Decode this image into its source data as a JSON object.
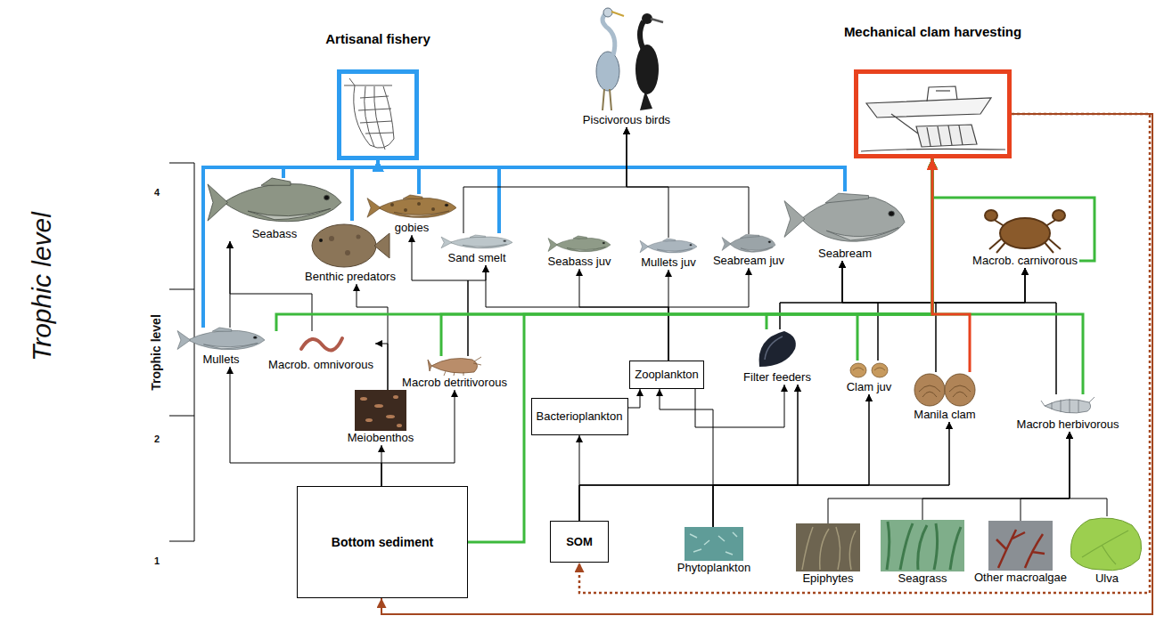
{
  "diagram": {
    "nodes": [
      {
        "text": [
          "Artisanal fishery"
        ]
      },
      {
        "text": [
          "Piscivorous birds"
        ]
      },
      {
        "text": [
          "Mechanical clam harvesting"
        ]
      },
      {
        "text": [
          "Seabass"
        ]
      },
      {
        "text": [
          "gobies"
        ]
      },
      {
        "text": [
          "Benthic predators"
        ]
      },
      {
        "text": [
          "Sand smelt"
        ]
      },
      {
        "text": [
          "Seabass juv"
        ]
      },
      {
        "text": [
          "Mullets juv"
        ]
      },
      {
        "text": [
          "Seabream juv"
        ]
      },
      {
        "text": [
          "Seabream"
        ]
      },
      {
        "text": [
          "Macrob. carnivorous"
        ]
      },
      {
        "text": [
          "Mullets"
        ]
      },
      {
        "text": [
          "Macrob. omnivorous"
        ]
      },
      {
        "text": [
          "Macrob detritivorous"
        ]
      },
      {
        "text": [
          "Zooplankton"
        ]
      },
      {
        "text": [
          "Filter feeders"
        ]
      },
      {
        "text": [
          "Clam juv"
        ]
      },
      {
        "text": [
          "Manila clam"
        ]
      },
      {
        "text": [
          "Macrob herbivorous"
        ]
      },
      {
        "text": [
          "Bacterioplankton"
        ]
      },
      {
        "text": [
          "Meiobenthos"
        ]
      },
      {
        "text": [
          "Bottom sediment"
        ]
      },
      {
        "text": [
          "SOM"
        ]
      },
      {
        "text": [
          "Phytoplankton"
        ]
      },
      {
        "text": [
          "Epiphytes"
        ]
      },
      {
        "text": [
          "Seagrass"
        ]
      },
      {
        "text": [
          "Other macroalgae"
        ]
      },
      {
        "text": [
          "Ulva"
        ]
      }
    ],
    "edges": [
      {
        "from": 3,
        "to": 0,
        "arrow": "to"
      },
      {
        "from": 5,
        "to": 0,
        "arrow": "to"
      },
      {
        "from": 4,
        "to": 0,
        "arrow": "to"
      },
      {
        "from": 6,
        "to": 0,
        "arrow": "to"
      },
      {
        "from": 10,
        "to": 0,
        "arrow": "to"
      },
      {
        "from": 12,
        "to": 0,
        "arrow": "to"
      },
      {
        "from": 6,
        "to": 1,
        "arrow": "to"
      },
      {
        "from": 8,
        "to": 1,
        "arrow": "to"
      },
      {
        "from": 9,
        "to": 1,
        "arrow": "to"
      },
      {
        "from": 12,
        "to": 3,
        "arrow": "to"
      },
      {
        "from": 13,
        "to": 3,
        "arrow": "to"
      },
      {
        "from": 21,
        "to": 5,
        "arrow": "to"
      },
      {
        "from": 21,
        "to": 13,
        "arrow": "to"
      },
      {
        "from": 14,
        "to": 4,
        "arrow": "to"
      },
      {
        "from": 14,
        "to": 6,
        "arrow": "to"
      },
      {
        "from": 15,
        "to": 6,
        "arrow": "to"
      },
      {
        "from": 15,
        "to": 7,
        "arrow": "to"
      },
      {
        "from": 15,
        "to": 8,
        "arrow": "to"
      },
      {
        "from": 15,
        "to": 9,
        "arrow": "to"
      },
      {
        "from": 16,
        "to": 10,
        "arrow": "to"
      },
      {
        "from": 17,
        "to": 10,
        "arrow": "to"
      },
      {
        "from": 18,
        "to": 10,
        "arrow": "to"
      },
      {
        "from": 19,
        "to": 10,
        "arrow": "to"
      },
      {
        "from": 16,
        "to": 11,
        "arrow": "to"
      },
      {
        "from": 17,
        "to": 11,
        "arrow": "to"
      },
      {
        "from": 18,
        "to": 11,
        "arrow": "to"
      },
      {
        "from": 19,
        "to": 11,
        "arrow": "to"
      },
      {
        "from": 15,
        "to": 16,
        "arrow": "to"
      },
      {
        "from": 24,
        "to": 16,
        "arrow": "to"
      },
      {
        "from": 24,
        "to": 15,
        "arrow": "to"
      },
      {
        "from": 23,
        "to": 16,
        "arrow": "to"
      },
      {
        "from": 23,
        "to": 17,
        "arrow": "to"
      },
      {
        "from": 23,
        "to": 18,
        "arrow": "to"
      },
      {
        "from": 24,
        "to": 17,
        "arrow": "to"
      },
      {
        "from": 24,
        "to": 18,
        "arrow": "to"
      },
      {
        "from": 23,
        "to": 20,
        "arrow": "to"
      },
      {
        "from": 20,
        "to": 15,
        "arrow": "to"
      },
      {
        "from": 25,
        "to": 19,
        "arrow": "to"
      },
      {
        "from": 26,
        "to": 19,
        "arrow": "to"
      },
      {
        "from": 27,
        "to": 19,
        "arrow": "to"
      },
      {
        "from": 28,
        "to": 19,
        "arrow": "to"
      },
      {
        "from": 22,
        "to": 12,
        "arrow": "to"
      },
      {
        "from": 22,
        "to": 21,
        "arrow": "to"
      },
      {
        "from": 22,
        "to": 14,
        "arrow": "to"
      },
      {
        "from": 22,
        "to": 2,
        "arrow": "to"
      },
      {
        "from": 13,
        "to": 2,
        "arrow": "to"
      },
      {
        "from": 14,
        "to": 2,
        "arrow": "to"
      },
      {
        "from": 16,
        "to": 2,
        "arrow": "to"
      },
      {
        "from": 17,
        "to": 2,
        "arrow": "to"
      },
      {
        "from": 19,
        "to": 2,
        "arrow": "to"
      },
      {
        "from": 11,
        "to": 2,
        "arrow": "to"
      },
      {
        "from": 18,
        "to": 2,
        "arrow": "to"
      },
      {
        "from": 2,
        "to": 23,
        "arrow": "to"
      },
      {
        "from": 2,
        "to": 22,
        "arrow": "to"
      }
    ],
    "labels": [
      "Trophic level",
      "Trophic level",
      "4",
      "2",
      "1"
    ]
  }
}
